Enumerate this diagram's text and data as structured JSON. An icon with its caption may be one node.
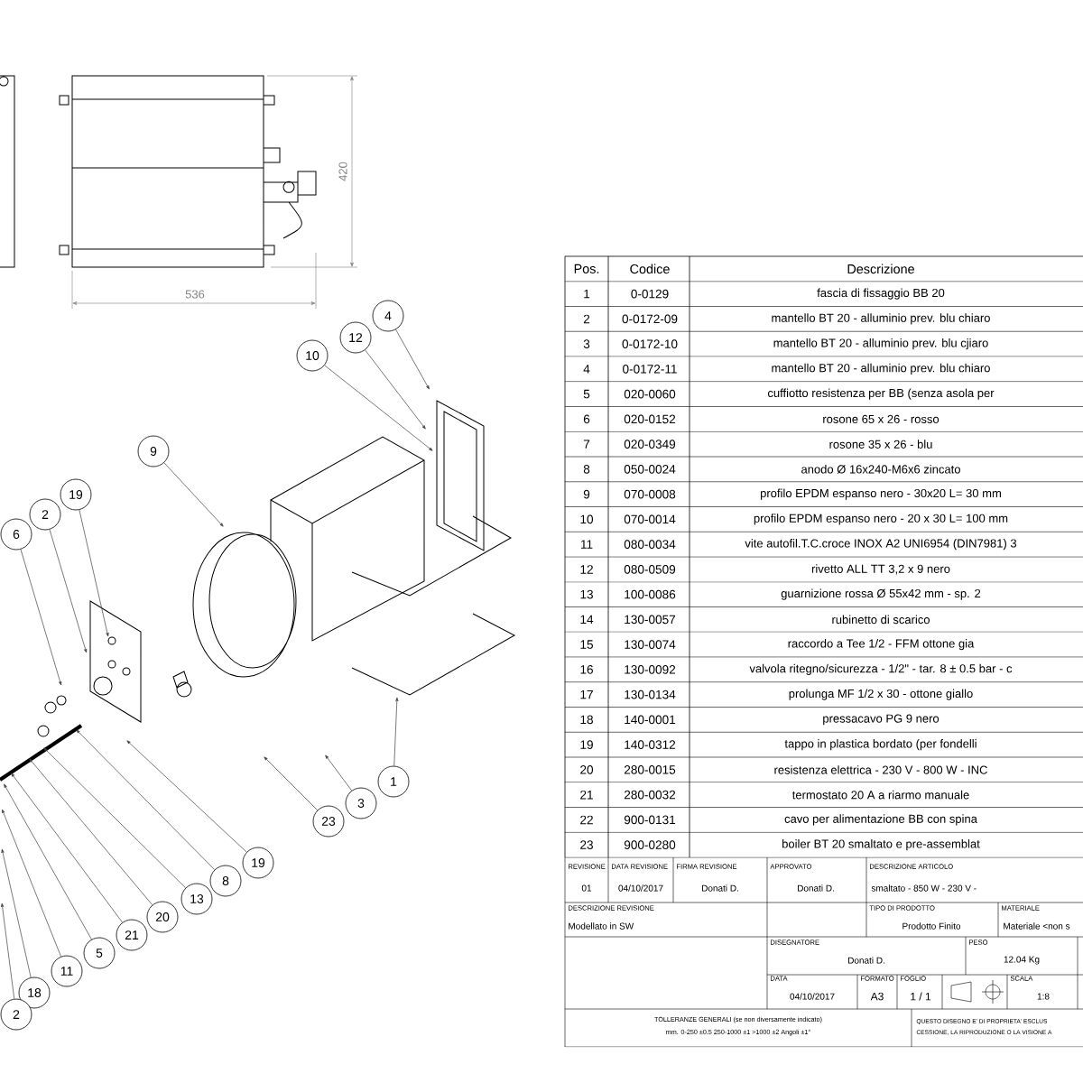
{
  "diagram": {
    "nodes": [
      {
        "text": [
          "4"
        ]
      },
      {
        "text": [
          "12"
        ]
      },
      {
        "text": [
          "10"
        ]
      },
      {
        "text": [
          "9"
        ]
      },
      {
        "text": [
          "19"
        ]
      },
      {
        "text": [
          "2"
        ]
      },
      {
        "text": [
          "6"
        ]
      },
      {
        "text": [
          "1"
        ]
      },
      {
        "text": [
          "3"
        ]
      },
      {
        "text": [
          "23"
        ]
      },
      {
        "text": [
          "19"
        ]
      },
      {
        "text": [
          "8"
        ]
      },
      {
        "text": [
          "13"
        ]
      },
      {
        "text": [
          "20"
        ]
      },
      {
        "text": [
          "21"
        ]
      },
      {
        "text": [
          "5"
        ]
      },
      {
        "text": [
          "11"
        ]
      },
      {
        "text": [
          "18"
        ]
      },
      {
        "text": [
          "2"
        ]
      }
    ],
    "edges": [
      {
        "from": 0,
        "to": null,
        "arrow": "to"
      },
      {
        "from": 1,
        "to": null,
        "arrow": "to"
      },
      {
        "from": 2,
        "to": null,
        "arrow": "to"
      },
      {
        "from": 3,
        "to": null,
        "arrow": "to"
      },
      {
        "from": 4,
        "to": null,
        "arrow": "to"
      },
      {
        "from": 5,
        "to": null,
        "arrow": "to"
      },
      {
        "from": 6,
        "to": null,
        "arrow": "to"
      },
      {
        "from": 7,
        "to": null,
        "arrow": "to"
      },
      {
        "from": 8,
        "to": null,
        "arrow": "to"
      },
      {
        "from": 9,
        "to": null,
        "arrow": "to"
      },
      {
        "from": 10,
        "to": null,
        "arrow": "to"
      },
      {
        "from": 11,
        "to": null,
        "arrow": "to"
      },
      {
        "from": 12,
        "to": null,
        "arrow": "to"
      },
      {
        "from": 13,
        "to": null,
        "arrow": "to"
      },
      {
        "from": 14,
        "to": null,
        "arrow": "to"
      },
      {
        "from": 15,
        "to": null,
        "arrow": "to"
      },
      {
        "from": 16,
        "to": null,
        "arrow": "to"
      },
      {
        "from": 17,
        "to": null,
        "arrow": "to"
      },
      {
        "from": 18,
        "to": null,
        "arrow": "to"
      }
    ],
    "labels": [
      "536",
      "420",
      "Pos.",
      "Codice",
      "Descrizione",
      "1",
      "0-0129",
      "fascia di fissaggio BB  20",
      "2",
      "0-0172-09",
      "mantello BT 20 - alluminio prev. blu chiaro",
      "3",
      "0-0172-10",
      "mantello BT 20 - alluminio prev. blu cjiaro",
      "4",
      "0-0172-11",
      "mantello BT 20 - alluminio prev. blu chiaro",
      "5",
      "020-0060",
      "cuffiotto resistenza per BB (senza asola per",
      "6",
      "020-0152",
      "rosone 65 x 26 - rosso",
      "7",
      "020-0349",
      "rosone 35 x 26 - blu",
      "8",
      "050-0024",
      "anodo Ø 16x240-M6x6 zincato",
      "9",
      "070-0008",
      "profilo EPDM espanso nero - 30x20 L= 30 mm",
      "10",
      "070-0014",
      "profilo EPDM espanso nero - 20 x 30 L= 100 mm",
      "11",
      "080-0034",
      "vite autofil.T.C.croce INOX A2 UNI6954 (DIN7981) 3",
      "12",
      "080-0509",
      "rivetto ALL TT 3,2 x 9 nero",
      "13",
      "100-0086",
      "guarnizione rossa Ø 55x42 mm - sp. 2",
      "14",
      "130-0057",
      "rubinetto di scarico",
      "15",
      "130-0074",
      "raccordo a Tee 1/2 - FFM ottone gia",
      "16",
      "130-0092",
      "valvola ritegno/sicurezza - 1/2\" - tar. 8 ± 0.5 bar - c",
      "17",
      "130-0134",
      "prolunga MF 1/2 x 30 - ottone giallo",
      "18",
      "140-0001",
      "pressacavo PG 9 nero",
      "19",
      "140-0312",
      "tappo in plastica bordato (per fondelli",
      "20",
      "280-0015",
      "resistenza elettrica - 230 V -  800 W - INC",
      "21",
      "280-0032",
      "termostato 20 A a riarmo manuale",
      "22",
      "900-0131",
      "cavo per alimentazione BB con spina",
      "23",
      "900-0280",
      "boiler BT 20 smaltato e pre-assemblat",
      "REVISIONE",
      "DATA REVISIONE",
      "FIRMA REVISIONE",
      "APPROVATO",
      "DESCRIZIONE ARTICOLO",
      "01",
      "04/10/2017",
      "Donati D.",
      "Donati D.",
      "smaltato - 850 W - 230 V -",
      "DESCRIZIONE REVISIONE",
      "TIPO DI PRODOTTO",
      "MATERIALE",
      "Modellato in SW",
      "Prodotto Finito",
      "Materiale <non s",
      "DISEGNATORE",
      "PESO",
      "Donati D.",
      "12.04 Kg",
      "DATA",
      "FORMATO",
      "FOGLIO",
      "SCALA",
      "04/10/2017",
      "A3",
      "1 / 1",
      "1:8",
      "TOLLERANZE GENERALI (se non diversamente indicato)",
      "mm. 0-250 ±0.5   250-1000 ±1   >1000 ±2   Angoli ±1°",
      "QUESTO DISEGNO E' DI PROPRIETA' ESCLUS",
      "CESSIONE, LA RIPRODUZIONE O LA VISIONE A"
    ]
  }
}
